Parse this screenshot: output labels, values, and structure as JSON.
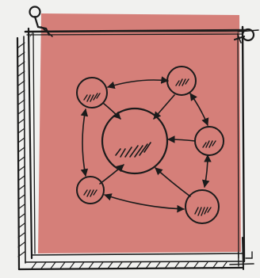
{
  "colors": {
    "background": "#f1f1ef",
    "canvas_fill": "#d57f79",
    "ink": "#1b1b1b"
  },
  "diagram": {
    "nodes": [
      {
        "id": "hub",
        "hatched": true
      },
      {
        "id": "top-left",
        "hatched": true
      },
      {
        "id": "top-right",
        "hatched": true
      },
      {
        "id": "right",
        "hatched": true
      },
      {
        "id": "bottom-right",
        "hatched": true
      },
      {
        "id": "bottom-left",
        "hatched": true
      }
    ],
    "edges": [
      {
        "from": "top-left",
        "to": "top-right",
        "bidirectional": true
      },
      {
        "from": "top-left",
        "to": "hub",
        "bidirectional": false
      },
      {
        "from": "top-right",
        "to": "hub",
        "bidirectional": false
      },
      {
        "from": "top-right",
        "to": "right",
        "bidirectional": true
      },
      {
        "from": "right",
        "to": "hub",
        "bidirectional": false
      },
      {
        "from": "right",
        "to": "bottom-right",
        "bidirectional": true
      },
      {
        "from": "bottom-right",
        "to": "hub",
        "bidirectional": false
      },
      {
        "from": "bottom-left",
        "to": "hub",
        "bidirectional": false
      },
      {
        "from": "top-left",
        "to": "bottom-left",
        "bidirectional": true
      },
      {
        "from": "bottom-left",
        "to": "bottom-right",
        "bidirectional": true
      }
    ]
  },
  "icons": [
    "push-pin-icon",
    "push-pin-icon"
  ]
}
